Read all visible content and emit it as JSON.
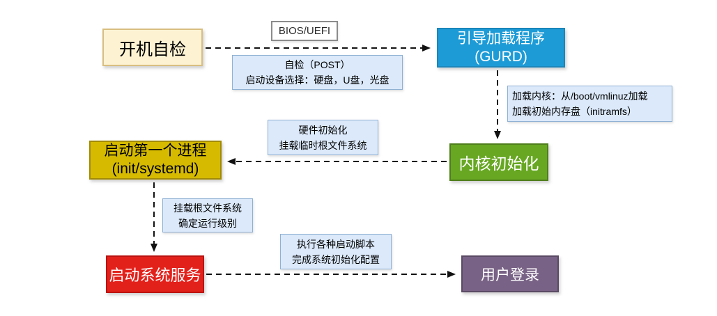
{
  "diagram": {
    "description": "Linux boot process flowchart",
    "nodes": {
      "post_check": {
        "label": "开机自检"
      },
      "bootloader": {
        "line1": "引导加载程序",
        "line2": "(GURD)"
      },
      "kernel_init": {
        "label": "内核初始化"
      },
      "first_process": {
        "line1": "启动第一个进程",
        "line2": "(init/systemd)"
      },
      "start_services": {
        "label": "启动系统服务"
      },
      "user_login": {
        "label": "用户登录"
      }
    },
    "labels": {
      "bios_uefi": "BIOS/UEFI"
    },
    "notes": {
      "post": {
        "line1": "自检（POST）",
        "line2": "启动设备选择：硬盘，U盘，光盘"
      },
      "kernel_load": {
        "line1": "加载内核：从/boot/vmlinuz加载",
        "line2": "加载初始内存盘（initramfs）"
      },
      "hw_init": {
        "line1": "硬件初始化",
        "line2": "挂载临时根文件系统"
      },
      "mount_root": {
        "line1": "挂载根文件系统",
        "line2": "确定运行级别"
      },
      "scripts": {
        "line1": "执行各种启动脚本",
        "line2": "完成系统初始化配置"
      }
    },
    "edges": [
      {
        "from": "post_check",
        "to": "bootloader",
        "style": "dashed"
      },
      {
        "from": "bootloader",
        "to": "kernel_init",
        "style": "dashed"
      },
      {
        "from": "kernel_init",
        "to": "first_process",
        "style": "dashed"
      },
      {
        "from": "first_process",
        "to": "start_services",
        "style": "dashed"
      },
      {
        "from": "start_services",
        "to": "user_login",
        "style": "dashed"
      }
    ],
    "colors": {
      "post_check_bg": "#fdf3d3",
      "post_check_border": "#d8be7f",
      "bootloader_bg": "#1d9bd7",
      "kernel_init_bg": "#67a722",
      "first_process_bg": "#d5ba00",
      "start_services_bg": "#e3211b",
      "user_login_bg": "#786285",
      "note_bg": "#dbe9fa",
      "note_border": "#8fb0d4",
      "arrow": "#111111"
    }
  }
}
